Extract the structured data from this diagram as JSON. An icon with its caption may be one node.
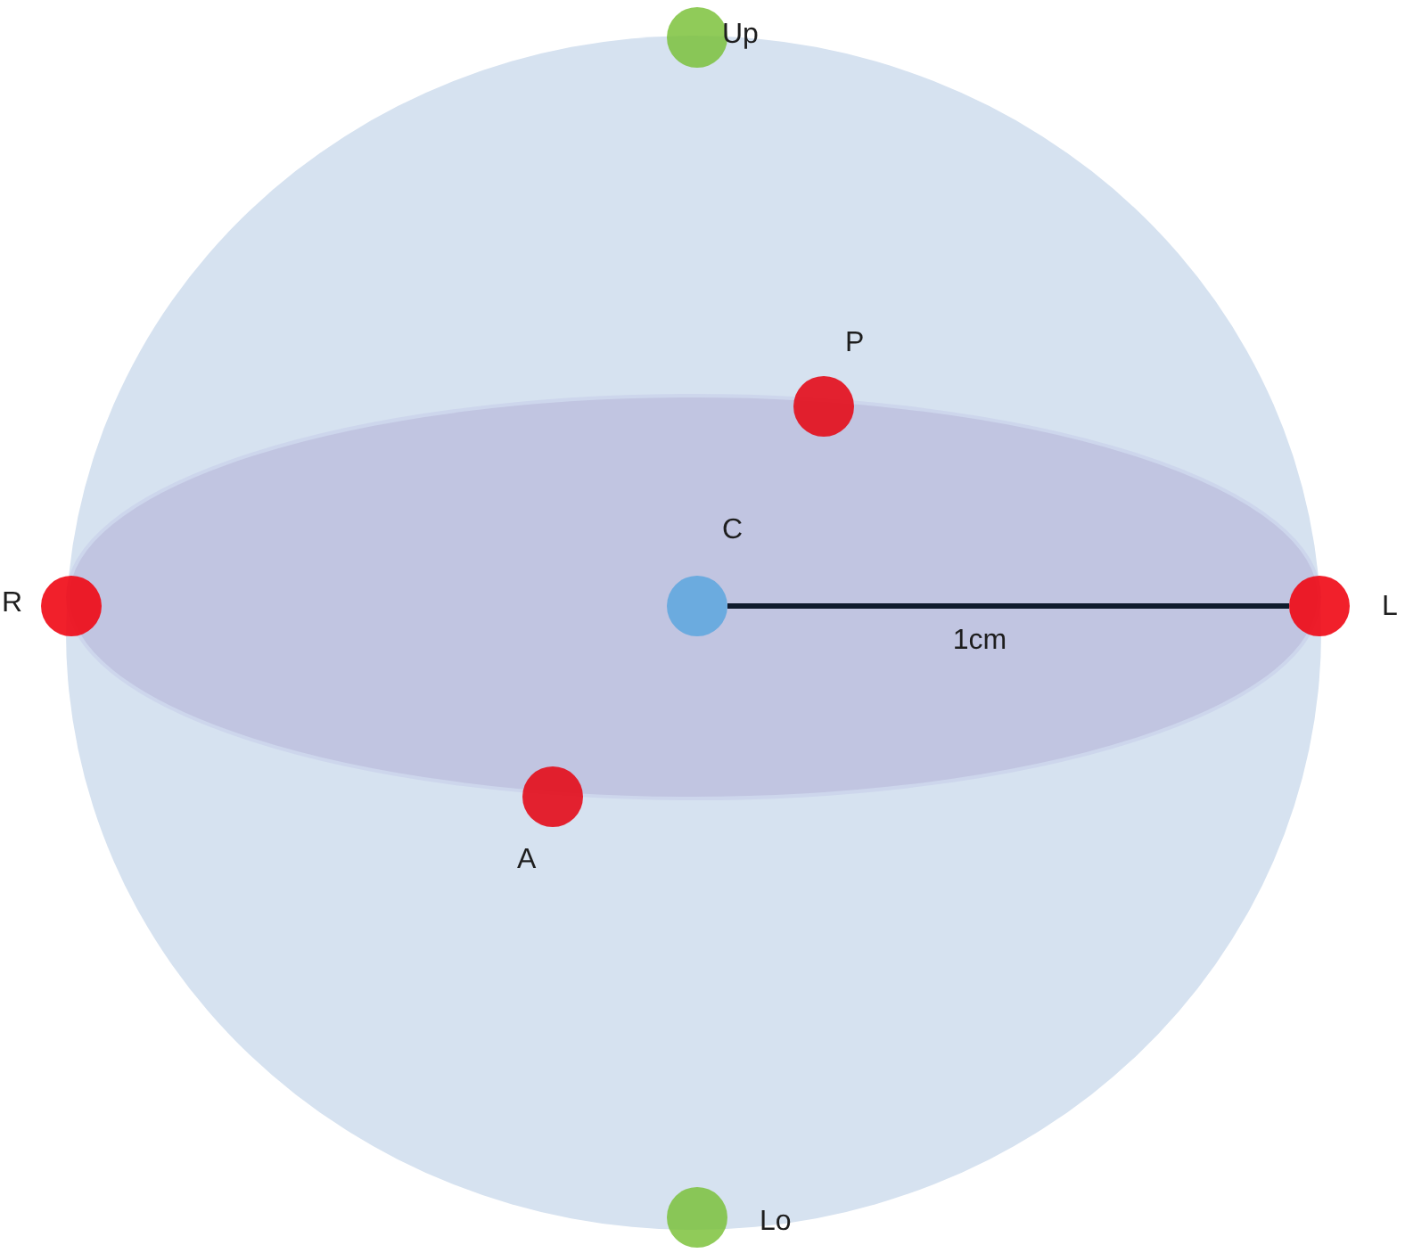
{
  "diagram": {
    "nodes": [
      {
        "text": [],
        "shape": "circle",
        "beside": [
          "Up"
        ]
      },
      {
        "text": [],
        "shape": "circle",
        "beside": [
          "P"
        ]
      },
      {
        "text": [],
        "shape": "circle",
        "beside": [
          "R"
        ]
      },
      {
        "text": [],
        "shape": "circle",
        "beside": [
          "C"
        ]
      },
      {
        "text": [],
        "shape": "circle",
        "beside": [
          "L"
        ]
      },
      {
        "text": [],
        "shape": "circle",
        "beside": [
          "A"
        ]
      },
      {
        "text": [],
        "shape": "circle",
        "beside": [
          "Lo"
        ]
      }
    ],
    "edges": [
      {
        "from": 3,
        "to": 4,
        "arrow": "none",
        "label": "1cm"
      }
    ]
  }
}
